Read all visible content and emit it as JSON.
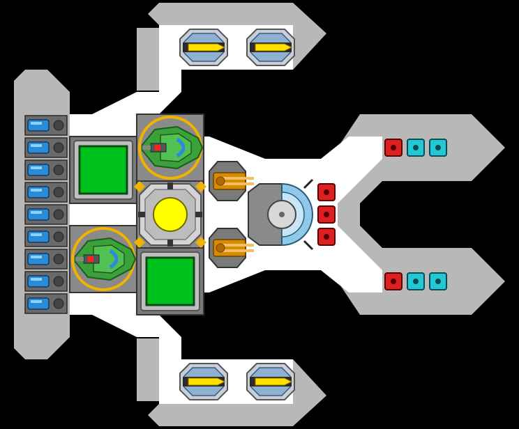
{
  "colors": {
    "background": "#000000",
    "hull_outline": "#b8b8b8",
    "hull_fill": "#ffffff",
    "block_gray": "#8a8a8a",
    "panel_green": "#00c01e",
    "core_yellow": "#ffff00",
    "ring_gold": "#f0b400",
    "ship_green": "#3aa13a",
    "engine_blue": "#2d8ad6",
    "missile_yellow": "#ffe000",
    "gun_orange": "#d88a00",
    "shield_blue": "#8fc8ea",
    "mod_red": "#e02020",
    "mod_cyan": "#20c8d8"
  },
  "icons": {
    "core": "reactor-core-icon",
    "fighter": "fighter-ship-icon",
    "missile": "missile-pod-icon",
    "gun": "autocannon-icon",
    "shield": "shield-dome-icon",
    "battery": "battery-cell-icon",
    "red_module": "red-armor-module-icon",
    "cyan_module": "cyan-armor-module-icon"
  },
  "ship": {
    "battery_count": 9,
    "missile_pods": 4,
    "fighter_bays": 2,
    "cargo_panels": 2,
    "autocannons": 2,
    "shield_generators": 1,
    "red_modules_center": 3,
    "arm_modules_per_arm": [
      "red",
      "cyan",
      "cyan"
    ]
  }
}
